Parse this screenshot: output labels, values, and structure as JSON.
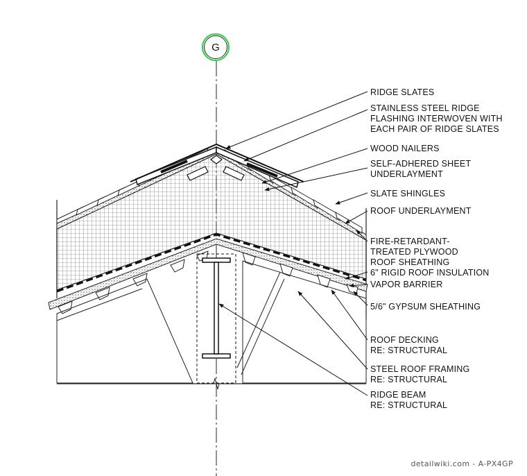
{
  "section_marker": {
    "letter": "G",
    "ring_color": "#2ecc40"
  },
  "labels": [
    {
      "id": "ridge-slates",
      "lines": [
        "RIDGE SLATES"
      ]
    },
    {
      "id": "stainless-ridge-flashing",
      "lines": [
        "STAINLESS STEEL RIDGE",
        "FLASHING INTERWOVEN WITH",
        "EACH PAIR OF RIDGE SLATES"
      ]
    },
    {
      "id": "wood-nailers",
      "lines": [
        "WOOD NAILERS"
      ]
    },
    {
      "id": "self-adhered-underlayment",
      "lines": [
        "SELF-ADHERED SHEET",
        "UNDERLAYMENT"
      ]
    },
    {
      "id": "slate-shingles",
      "lines": [
        "SLATE SHINGLES"
      ]
    },
    {
      "id": "roof-underlayment",
      "lines": [
        "ROOF UNDERLAYMENT"
      ]
    },
    {
      "id": "plywood-sheathing",
      "lines": [
        "FIRE-RETARDANT-",
        "TREATED PLYWOOD",
        "ROOF SHEATHING"
      ]
    },
    {
      "id": "rigid-insulation",
      "lines": [
        "6\" RIGID ROOF INSULATION"
      ]
    },
    {
      "id": "vapor-barrier",
      "lines": [
        "VAPOR BARRIER"
      ]
    },
    {
      "id": "gypsum-sheathing",
      "lines": [
        "5/6\" GYPSUM SHEATHING"
      ]
    },
    {
      "id": "roof-decking",
      "lines": [
        "ROOF DECKING",
        "RE: STRUCTURAL"
      ]
    },
    {
      "id": "steel-roof-framing",
      "lines": [
        "STEEL ROOF FRAMING",
        "RE: STRUCTURAL"
      ]
    },
    {
      "id": "ridge-beam",
      "lines": [
        "RIDGE BEAM",
        "RE: STRUCTURAL"
      ]
    }
  ],
  "watermark": "detailwiki.com - A-PX4GP"
}
